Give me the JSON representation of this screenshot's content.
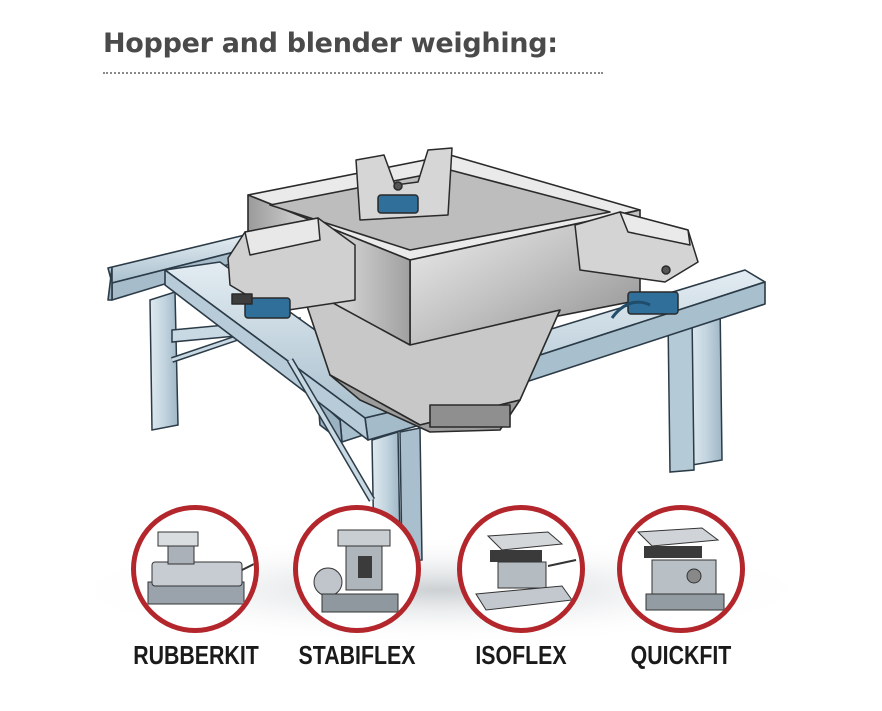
{
  "header": {
    "title": "Hopper and blender weighing:"
  },
  "products": [
    {
      "name": "RUBBERKIT",
      "icon": "rubberkit-mount-icon"
    },
    {
      "name": "STABIFLEX",
      "icon": "stabiflex-mount-icon"
    },
    {
      "name": "ISOFLEX",
      "icon": "isoflex-mount-icon"
    },
    {
      "name": "QUICKFIT",
      "icon": "quickfit-mount-icon"
    }
  ],
  "colors": {
    "accent": "#b3262b",
    "title": "#4a4a4a",
    "steel": "#c9d9e3",
    "hopper": "#c4c4c4"
  }
}
